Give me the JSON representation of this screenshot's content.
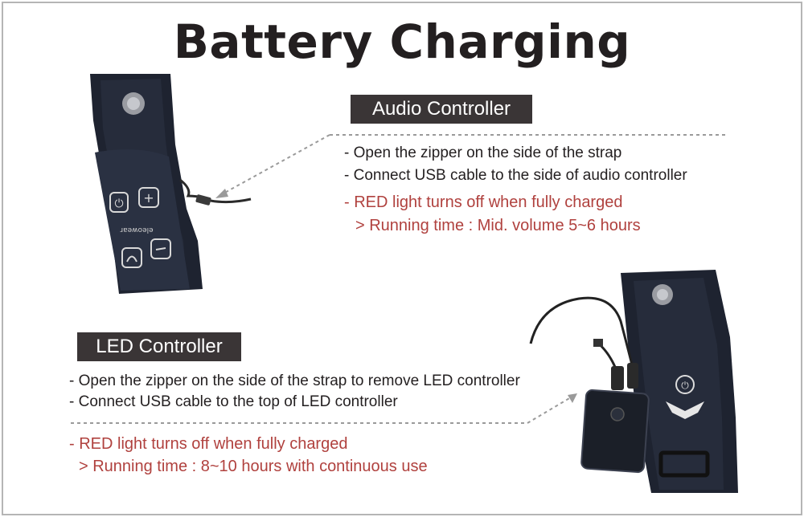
{
  "title": "Battery Charging",
  "audio": {
    "label": "Audio Controller",
    "lines": [
      "- Open the zipper on the side of the strap",
      "- Connect USB cable to the side of audio controller"
    ],
    "notes": [
      "- RED light turns off when fully charged",
      "> Running time : Mid. volume 5~6 hours"
    ],
    "brand_text": "eleowear"
  },
  "led": {
    "label": "LED Controller",
    "lines": [
      "- Open the zipper on the side of the strap to remove LED controller",
      "- Connect USB cable to the top of LED controller"
    ],
    "notes": [
      "- RED light turns off when fully charged",
      "> Running time : 8~10 hours with continuous use"
    ]
  },
  "colors": {
    "label_bg": "#3a3536",
    "note_red": "#b0413e",
    "dotted_line": "#9a9a9a"
  }
}
